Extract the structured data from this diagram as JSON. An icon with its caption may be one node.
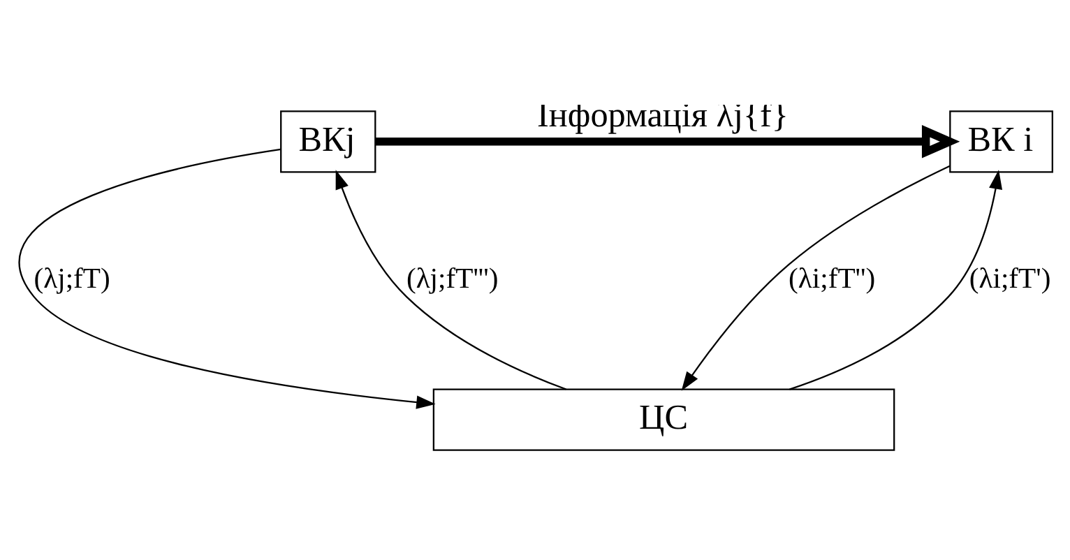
{
  "diagram": {
    "nodes": [
      {
        "text": [
          "ВКj"
        ]
      },
      {
        "text": [
          "ВК i"
        ]
      },
      {
        "text": [
          "ЦС"
        ]
      }
    ],
    "edges": [
      {
        "from": 0,
        "to": 1,
        "arrow": "to",
        "style": "thick",
        "label": "Інформація λj{f}"
      },
      {
        "from": 0,
        "to": 2,
        "arrow": "to",
        "label": "(λj;fТ)"
      },
      {
        "from": 2,
        "to": 0,
        "arrow": "to",
        "label": "(λj;fТ''')"
      },
      {
        "from": 2,
        "to": 1,
        "arrow": "to",
        "label": "(λi;fТ')"
      },
      {
        "from": 1,
        "to": 2,
        "arrow": "to",
        "label": "(λi;fТ'')"
      }
    ]
  }
}
